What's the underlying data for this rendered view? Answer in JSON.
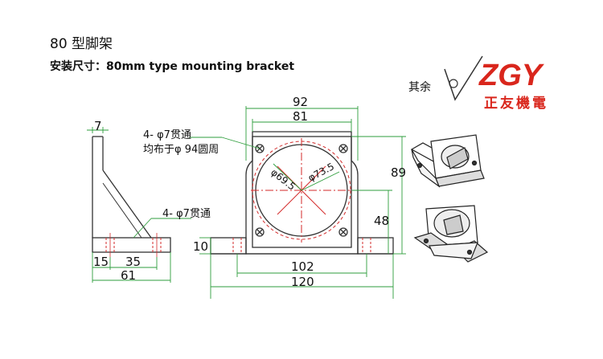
{
  "header": {
    "title": "80 型脚架",
    "subtitle": "安装尺寸：80mm type mounting bracket"
  },
  "logo": {
    "surface_note": "其余",
    "brand": "ZGY",
    "company": "正友機電",
    "brand_color": "#d9261c"
  },
  "side_view": {
    "dim_thickness": "7",
    "dim_hole_offset": "15",
    "dim_hole_spacing": "35",
    "dim_base_length": "61",
    "hole_note": "4- φ7贯通"
  },
  "front_view": {
    "dim_width_outer": "92",
    "dim_width_inner": "81",
    "hole_note_line1": "4- φ7贯通",
    "hole_note_line2": "均布于φ 94圆周",
    "dim_bore": "φ69.5",
    "dim_pilot": "φ73.5",
    "dim_height": "89",
    "dim_center_height": "48",
    "dim_base_thickness": "10",
    "dim_foot_spacing": "102",
    "dim_total_width": "120"
  },
  "colors": {
    "outline": "#333333",
    "dimension": "#2e9e3c",
    "hidden_line": "#d32a2a"
  }
}
